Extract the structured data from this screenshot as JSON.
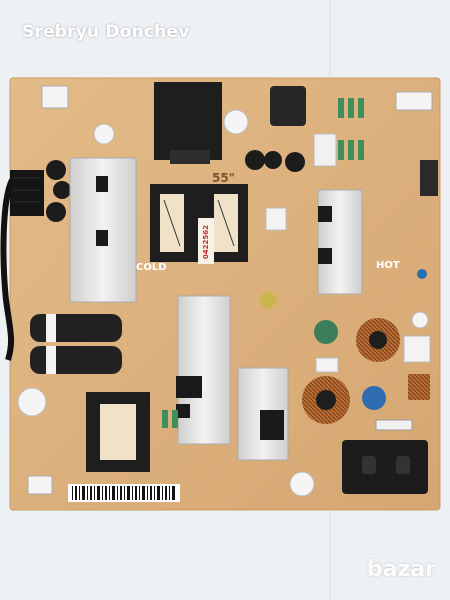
{
  "watermark": {
    "author": "Srebryu Donchev",
    "site": "bazar"
  },
  "board": {
    "model_label": "55\"",
    "cold_label": "COLD",
    "hot_label": "HOT",
    "sticker_code": "0422562"
  },
  "colors": {
    "background": "#eef1f4",
    "pcb": "#dcb27e",
    "heatsink": "#e4e4e4",
    "capacitor": "#1c1c1c",
    "capacitor_sleeve": "#3a3a3a",
    "transformer": "#1e1e1e",
    "copper": "#b86d35",
    "watermark": "#ffffff"
  }
}
